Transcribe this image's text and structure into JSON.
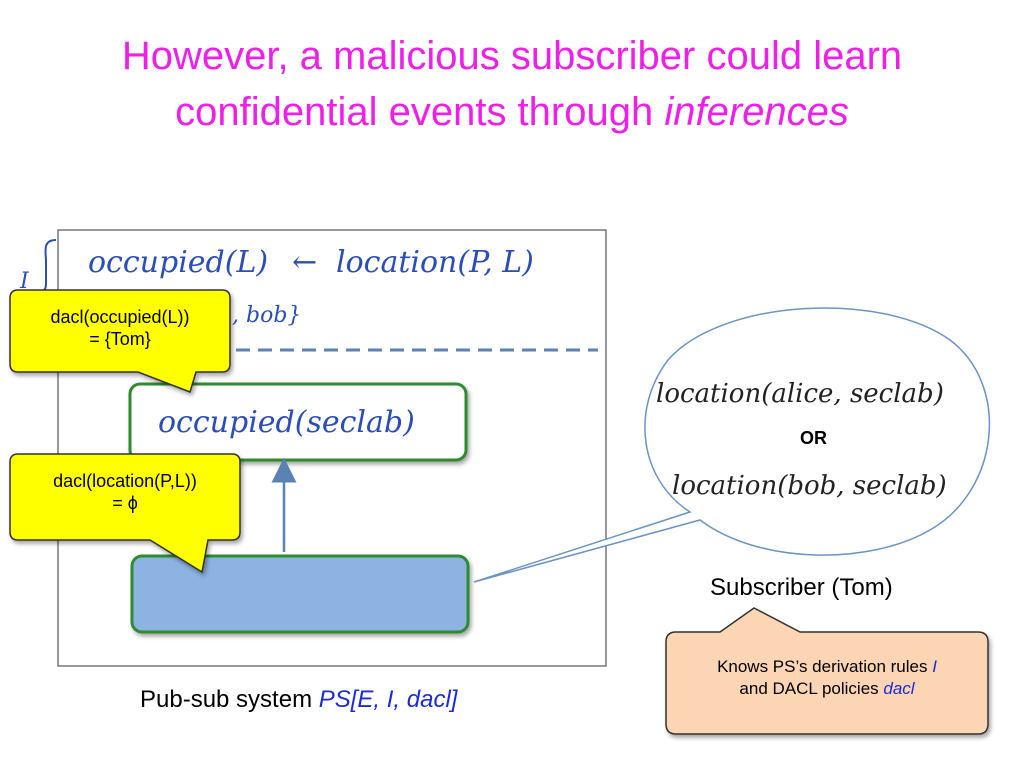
{
  "title": {
    "line1": "However, a malicious subscriber could learn",
    "line2_prefix": "confidential events through ",
    "line2_emph": "inferences"
  },
  "pubsub": {
    "rule_head": "occupied(L)",
    "rule_arrow": "←",
    "rule_body": "location(P, L)",
    "derivation_label": "I",
    "set_tail": ", bob}",
    "derived_event": "occupied(seclab)",
    "caption_prefix": "Pub-sub system ",
    "caption_ps": "PS[E, I, dacl]"
  },
  "callouts": {
    "occupied": {
      "line1": "dacl(occupied(L))",
      "line2": "= {Tom}"
    },
    "location": {
      "line1": "dacl(location(P,L))",
      "line2": "= ϕ"
    }
  },
  "bubble": {
    "option1": "location(alice, seclab)",
    "or": "OR",
    "option2": "location(bob, seclab)"
  },
  "subscriber": {
    "label": "Subscriber (Tom)"
  },
  "knowledge": {
    "text1": "Knows PS’s derivation rules ",
    "accent1": "I",
    "text2": "and DACL policies ",
    "accent2": "dacl"
  },
  "colors": {
    "title": "#ee1fe6",
    "callout_fill": "#ffff00",
    "event_box_border": "#2e8b2e",
    "hidden_event_fill": "#8db3e2",
    "knowledge_fill": "#fcd5b4",
    "accent_text": "#1b2bd6"
  }
}
